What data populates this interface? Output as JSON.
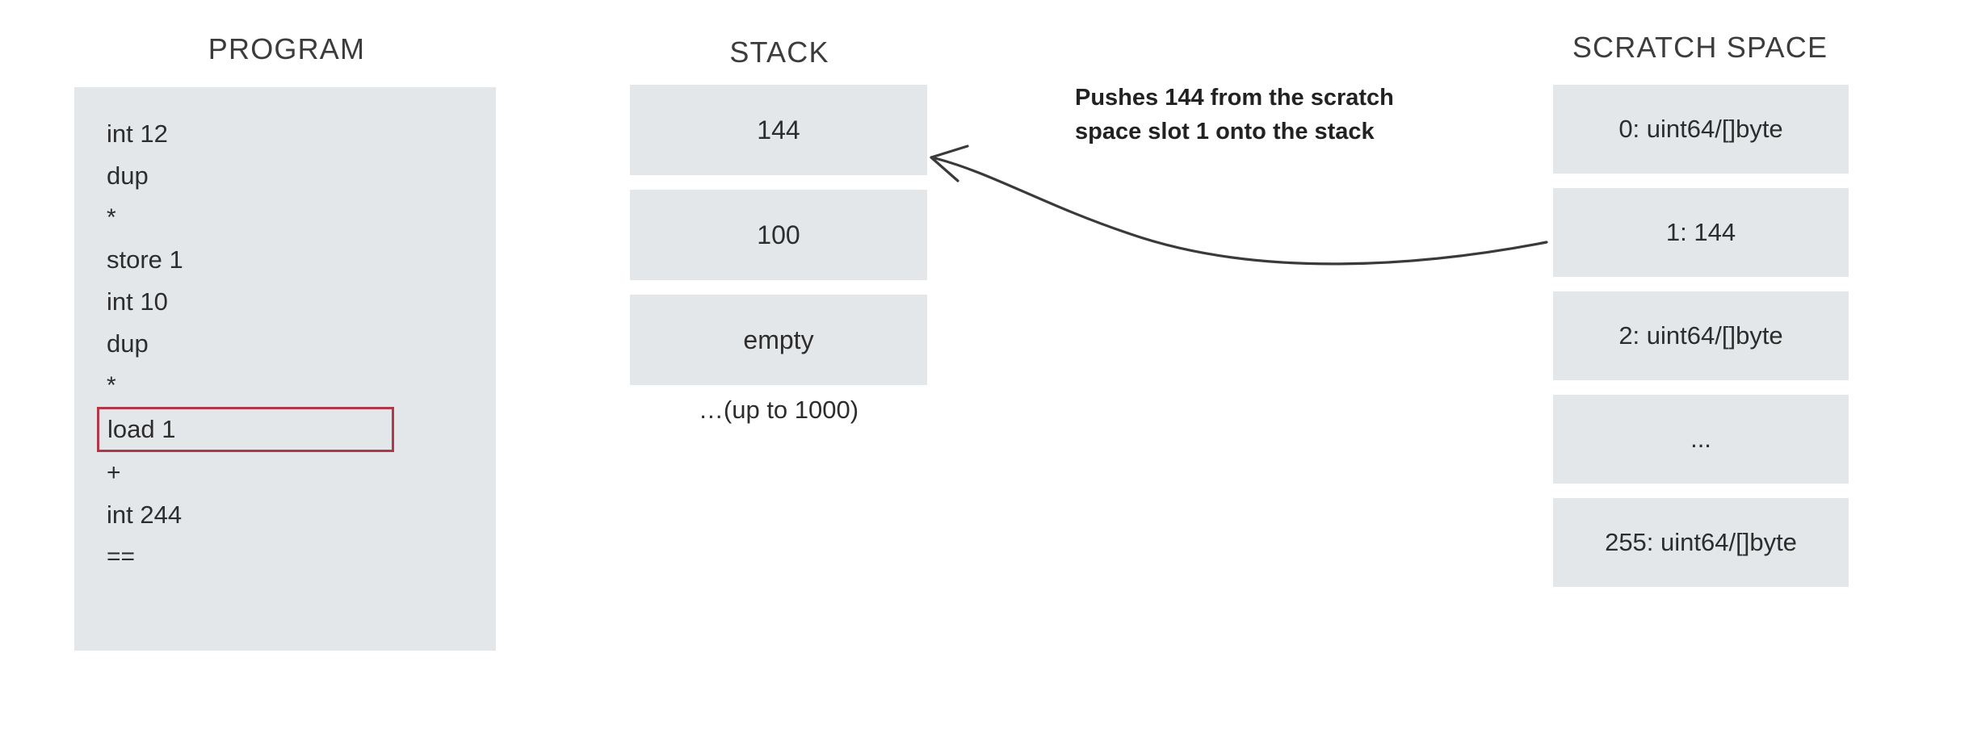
{
  "columns": {
    "program": {
      "title": "PROGRAM",
      "instructions": [
        {
          "text": "int 12",
          "highlighted": false,
          "symbol": false
        },
        {
          "text": "dup",
          "highlighted": false,
          "symbol": false
        },
        {
          "text": "*",
          "highlighted": false,
          "symbol": true
        },
        {
          "text": "store 1",
          "highlighted": false,
          "symbol": false
        },
        {
          "text": "int 10",
          "highlighted": false,
          "symbol": false
        },
        {
          "text": "dup",
          "highlighted": false,
          "symbol": false
        },
        {
          "text": "*",
          "highlighted": false,
          "symbol": true
        },
        {
          "text": "load 1",
          "highlighted": true,
          "symbol": false
        },
        {
          "text": "+",
          "highlighted": false,
          "symbol": true
        },
        {
          "text": "int 244",
          "highlighted": false,
          "symbol": false
        },
        {
          "text": "==",
          "highlighted": false,
          "symbol": true
        }
      ]
    },
    "stack": {
      "title": "STACK",
      "cells": [
        {
          "text": "144"
        },
        {
          "text": "100"
        },
        {
          "text": "empty"
        }
      ],
      "note": "…(up to 1000)"
    },
    "scratch": {
      "title": "SCRATCH SPACE",
      "cells": [
        {
          "text": "0: uint64/[]byte"
        },
        {
          "text": "1: 144"
        },
        {
          "text": "2: uint64/[]byte"
        },
        {
          "text": "..."
        },
        {
          "text": "255: uint64/[]byte"
        }
      ]
    }
  },
  "annotation": {
    "line1": "Pushes 144 from the scratch",
    "line2": "space slot 1 onto the stack"
  },
  "colors": {
    "panel_fill": "#e4e7e9",
    "highlight_border": "#b0384a",
    "text": "#2d2d2d",
    "heading": "#3c3c3c",
    "arrow": "#3a3a3a",
    "background": "#ffffff"
  }
}
